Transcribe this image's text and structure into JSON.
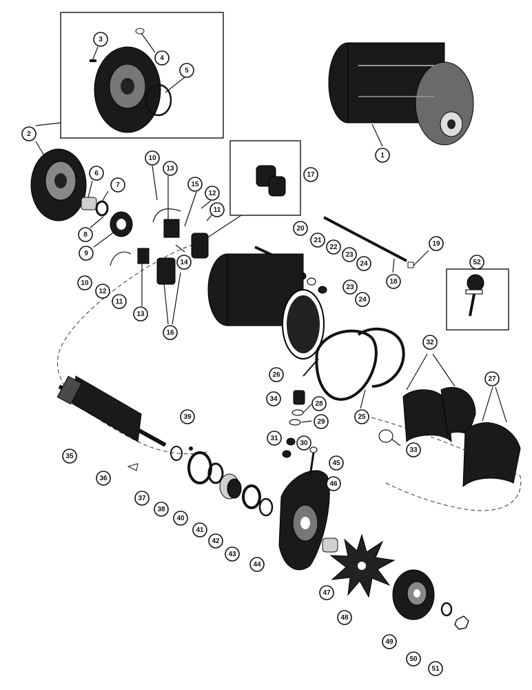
{
  "callouts": [
    {
      "id": "c1",
      "label": "1"
    },
    {
      "id": "c2",
      "label": "2"
    },
    {
      "id": "c3",
      "label": "3"
    },
    {
      "id": "c4",
      "label": "4"
    },
    {
      "id": "c5",
      "label": "5"
    },
    {
      "id": "c6",
      "label": "6"
    },
    {
      "id": "c7",
      "label": "7"
    },
    {
      "id": "c8",
      "label": "8"
    },
    {
      "id": "c9",
      "label": "9"
    },
    {
      "id": "c10a",
      "label": "10"
    },
    {
      "id": "c10b",
      "label": "10"
    },
    {
      "id": "c11a",
      "label": "11"
    },
    {
      "id": "c11b",
      "label": "11"
    },
    {
      "id": "c12a",
      "label": "12"
    },
    {
      "id": "c12b",
      "label": "12"
    },
    {
      "id": "c13a",
      "label": "13"
    },
    {
      "id": "c13b",
      "label": "13"
    },
    {
      "id": "c14",
      "label": "14"
    },
    {
      "id": "c15",
      "label": "15"
    },
    {
      "id": "c16",
      "label": "16"
    },
    {
      "id": "c17",
      "label": "17"
    },
    {
      "id": "c18",
      "label": "18"
    },
    {
      "id": "c19",
      "label": "19"
    },
    {
      "id": "c20",
      "label": "20"
    },
    {
      "id": "c21",
      "label": "21"
    },
    {
      "id": "c22",
      "label": "22"
    },
    {
      "id": "c23a",
      "label": "23"
    },
    {
      "id": "c23b",
      "label": "23"
    },
    {
      "id": "c24a",
      "label": "24"
    },
    {
      "id": "c24b",
      "label": "24"
    },
    {
      "id": "c25",
      "label": "25"
    },
    {
      "id": "c26",
      "label": "26"
    },
    {
      "id": "c27",
      "label": "27"
    },
    {
      "id": "c28",
      "label": "28"
    },
    {
      "id": "c29",
      "label": "29"
    },
    {
      "id": "c30",
      "label": "30"
    },
    {
      "id": "c31",
      "label": "31"
    },
    {
      "id": "c32",
      "label": "32"
    },
    {
      "id": "c33",
      "label": "33"
    },
    {
      "id": "c34",
      "label": "34"
    },
    {
      "id": "c35",
      "label": "35"
    },
    {
      "id": "c36",
      "label": "36"
    },
    {
      "id": "c37",
      "label": "37"
    },
    {
      "id": "c38",
      "label": "38"
    },
    {
      "id": "c39",
      "label": "39"
    },
    {
      "id": "c40",
      "label": "40"
    },
    {
      "id": "c41",
      "label": "41"
    },
    {
      "id": "c42",
      "label": "42"
    },
    {
      "id": "c43",
      "label": "43"
    },
    {
      "id": "c44",
      "label": "44"
    },
    {
      "id": "c45",
      "label": "45"
    },
    {
      "id": "c46",
      "label": "46"
    },
    {
      "id": "c47",
      "label": "47"
    },
    {
      "id": "c48",
      "label": "48"
    },
    {
      "id": "c49",
      "label": "49"
    },
    {
      "id": "c50",
      "label": "50"
    },
    {
      "id": "c51",
      "label": "51"
    },
    {
      "id": "c52",
      "label": "52"
    }
  ]
}
